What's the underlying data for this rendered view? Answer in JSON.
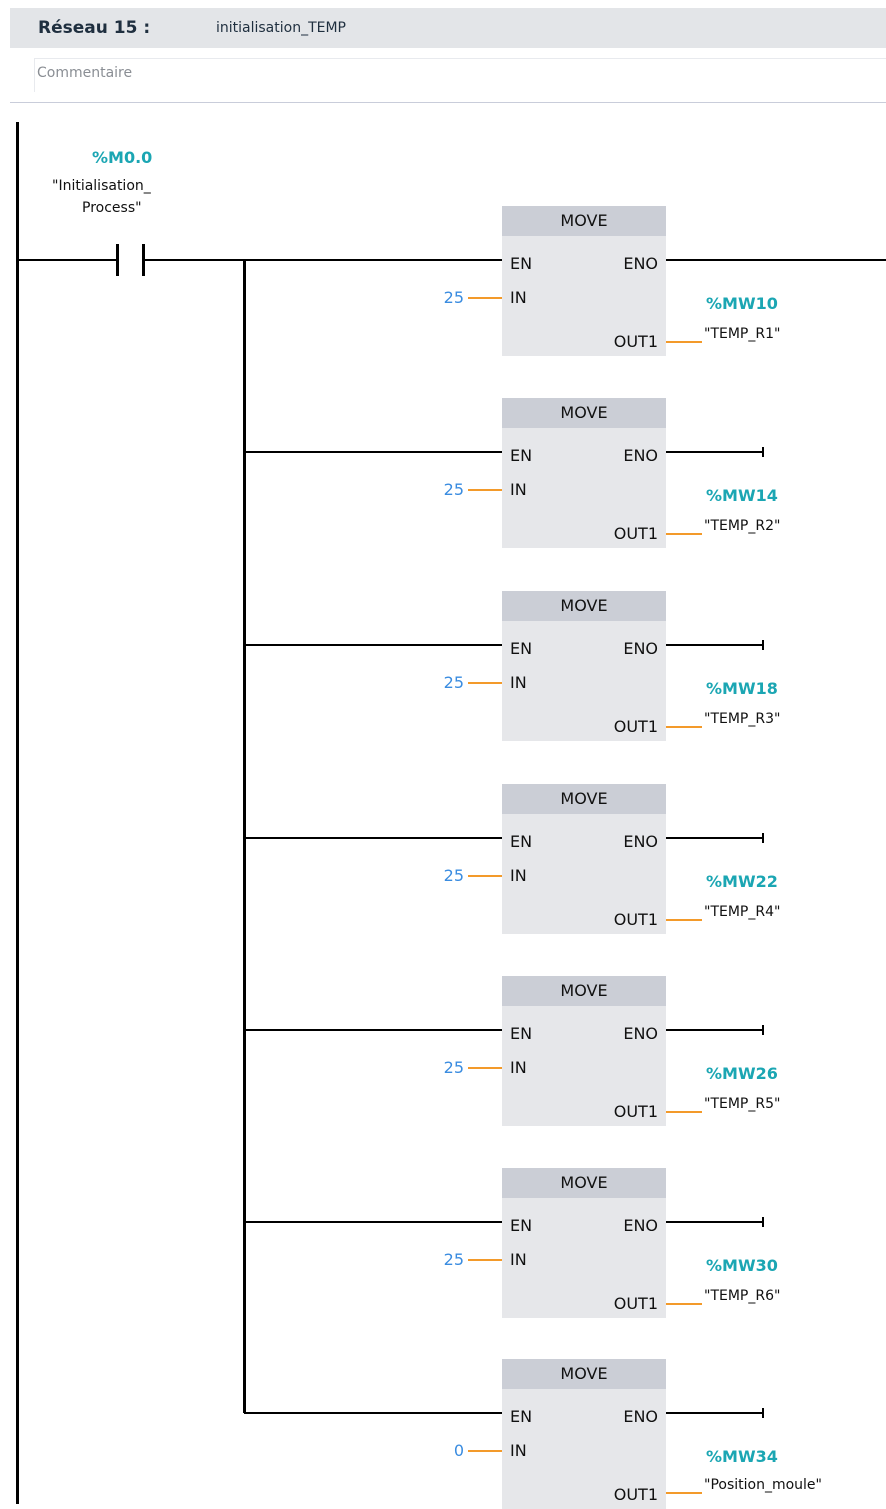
{
  "network": {
    "label": "Réseau 15 :",
    "title": "initialisation_TEMP",
    "comment_placeholder": "Commentaire"
  },
  "contact": {
    "address": "%M0.0",
    "name_line1": "\"Initialisation_",
    "name_line2": "Process\""
  },
  "blocks": [
    {
      "title": "MOVE",
      "en": "EN",
      "eno": "ENO",
      "in_pin": "IN",
      "out_pin": "OUT1",
      "in_value": "25",
      "out_address": "%MW10",
      "out_tag": "\"TEMP_R1\""
    },
    {
      "title": "MOVE",
      "en": "EN",
      "eno": "ENO",
      "in_pin": "IN",
      "out_pin": "OUT1",
      "in_value": "25",
      "out_address": "%MW14",
      "out_tag": "\"TEMP_R2\""
    },
    {
      "title": "MOVE",
      "en": "EN",
      "eno": "ENO",
      "in_pin": "IN",
      "out_pin": "OUT1",
      "in_value": "25",
      "out_address": "%MW18",
      "out_tag": "\"TEMP_R3\""
    },
    {
      "title": "MOVE",
      "en": "EN",
      "eno": "ENO",
      "in_pin": "IN",
      "out_pin": "OUT1",
      "in_value": "25",
      "out_address": "%MW22",
      "out_tag": "\"TEMP_R4\""
    },
    {
      "title": "MOVE",
      "en": "EN",
      "eno": "ENO",
      "in_pin": "IN",
      "out_pin": "OUT1",
      "in_value": "25",
      "out_address": "%MW26",
      "out_tag": "\"TEMP_R5\""
    },
    {
      "title": "MOVE",
      "en": "EN",
      "eno": "ENO",
      "in_pin": "IN",
      "out_pin": "OUT1",
      "in_value": "25",
      "out_address": "%MW30",
      "out_tag": "\"TEMP_R6\""
    },
    {
      "title": "MOVE",
      "en": "EN",
      "eno": "ENO",
      "in_pin": "IN",
      "out_pin": "OUT1",
      "in_value": "0",
      "out_address": "%MW34",
      "out_tag": "\"Position_moule\""
    }
  ],
  "colors": {
    "address": "#1ba6b3",
    "constant": "#3a8ce0",
    "wire": "#000000",
    "data_wire": "#f39a2a",
    "block_body": "#e6e7ea",
    "block_header": "#cbced6"
  }
}
